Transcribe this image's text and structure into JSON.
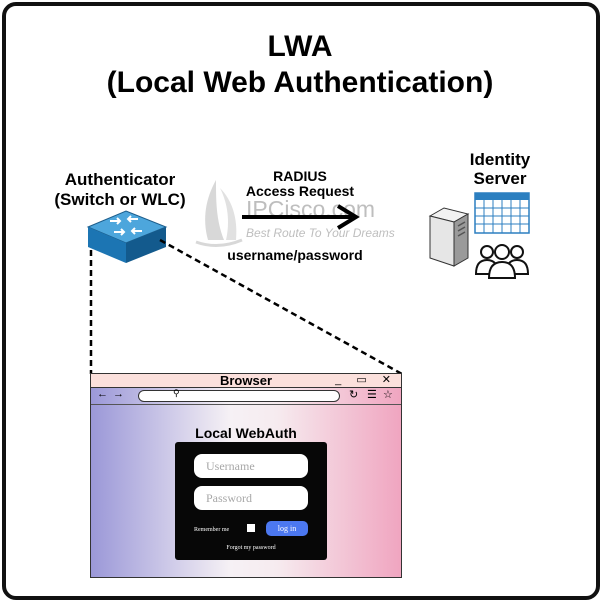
{
  "title_line1": "LWA",
  "title_line2": "(Local Web Authentication)",
  "authenticator": {
    "line1": "Authenticator",
    "line2": "(Switch or WLC)",
    "icon": "switch-icon"
  },
  "identity_server": {
    "line1": "Identity",
    "line2": "Server",
    "icons": [
      "server-tower-icon",
      "database-table-icon",
      "users-group-icon"
    ]
  },
  "radius": {
    "line1": "RADIUS",
    "line2": "Access Request",
    "credentials": "username/password"
  },
  "watermark": {
    "text": "IPCisco.com",
    "tagline": "Best Route To Your Dreams"
  },
  "browser": {
    "title": "Browser",
    "window_controls": "_ ▭ ✕",
    "login": {
      "title": "Local WebAuth",
      "username_placeholder": "Username",
      "password_placeholder": "Password",
      "remember_label": "Remember me",
      "login_button": "log in",
      "forgot_link": "Forgot my password"
    }
  }
}
